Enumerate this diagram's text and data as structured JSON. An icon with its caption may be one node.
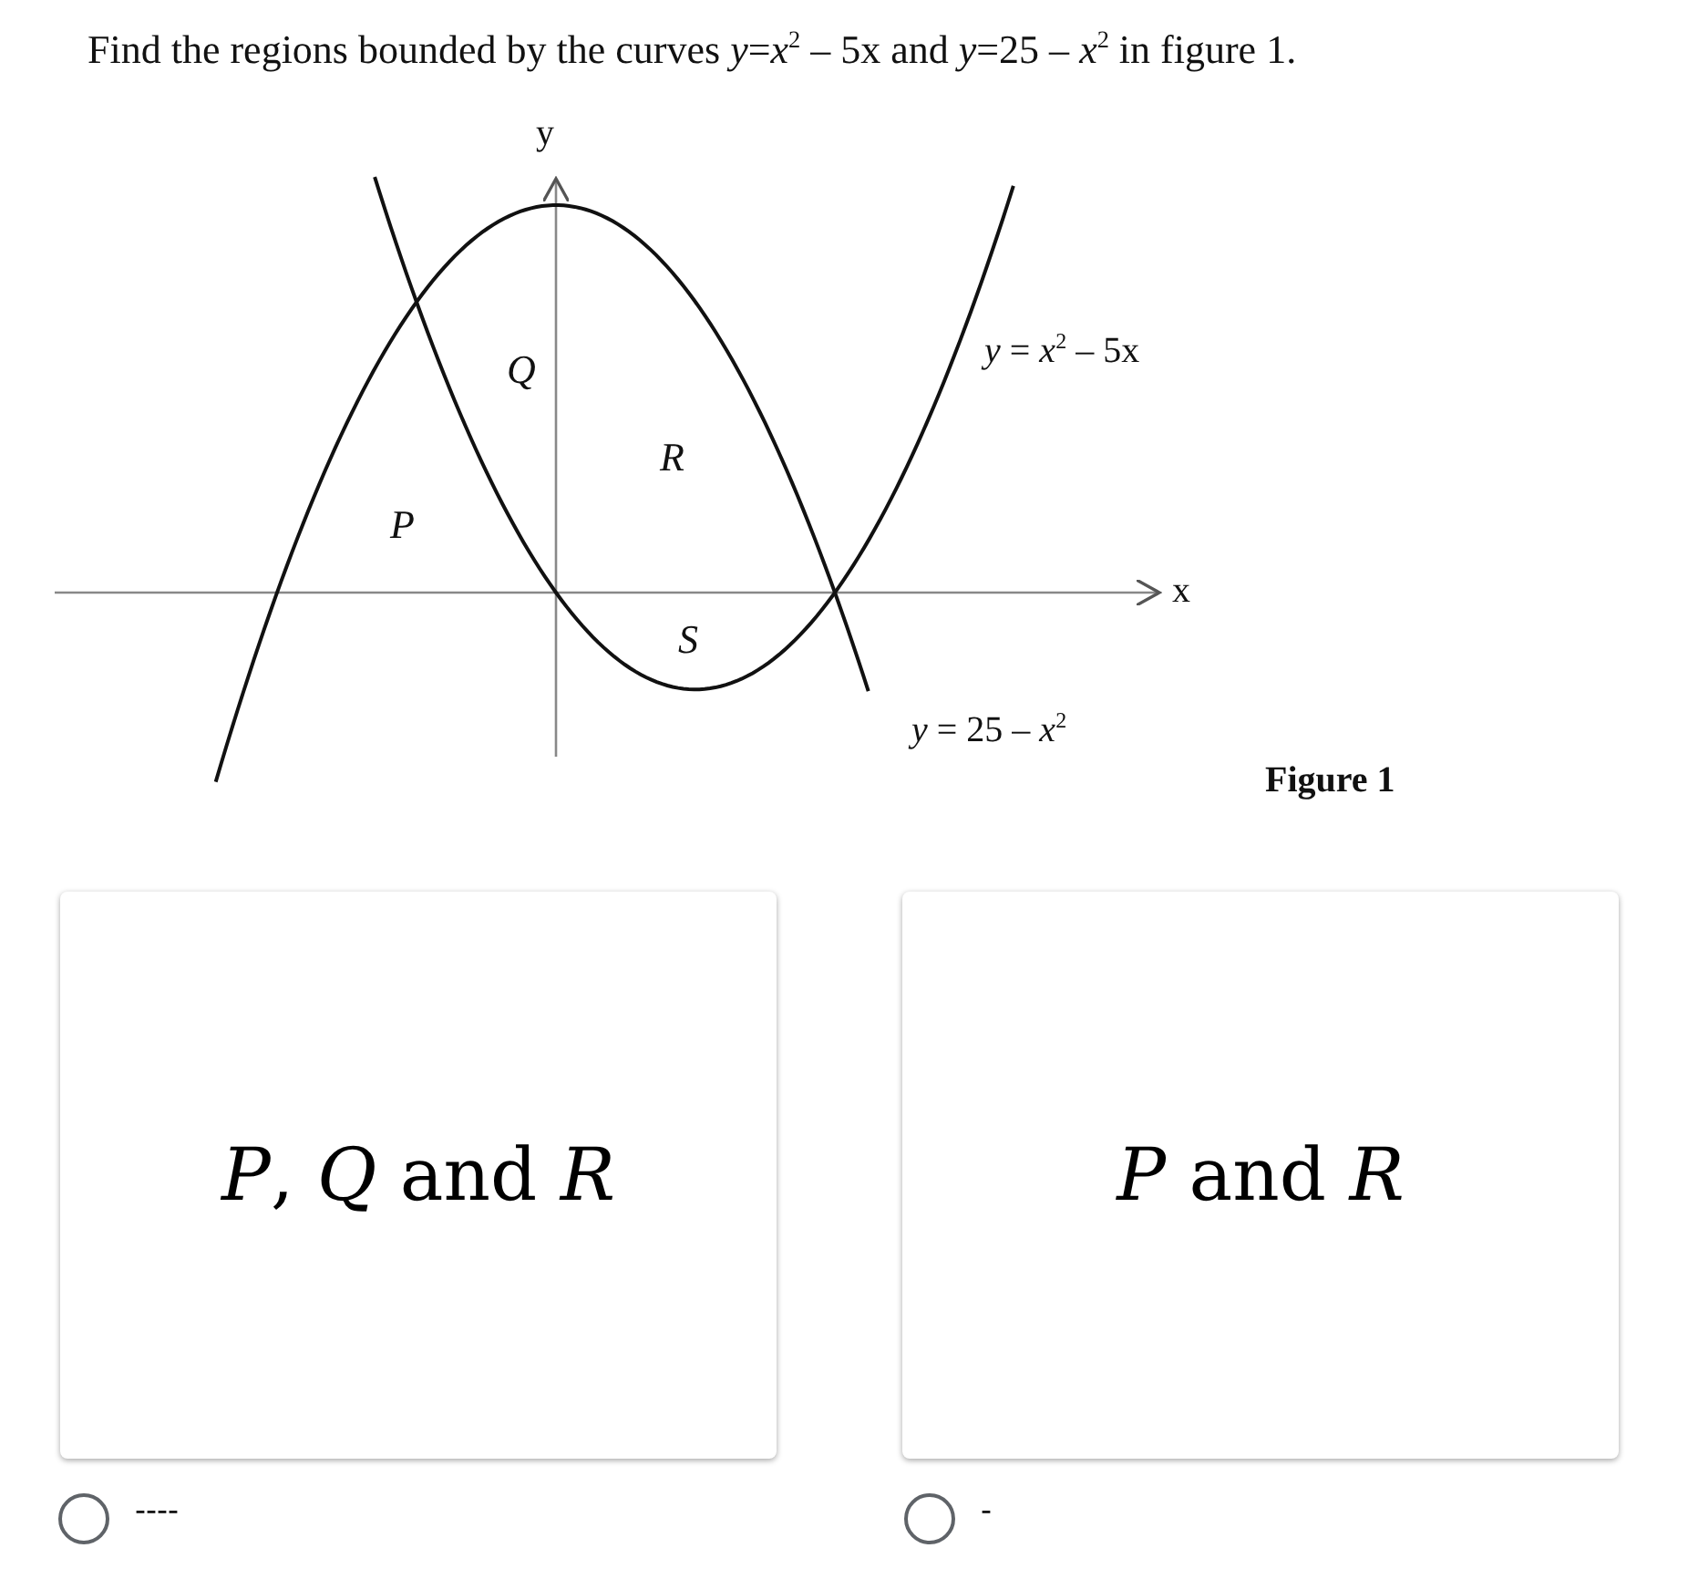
{
  "diagram": {
    "title": "Find the regions bounded by the curves *y*=*x*$^{2}$ – 5x and *y*=25 – *x*$^{2}$ in figure 1.",
    "nodes": [
      {
        "text": [
          "*P*, *Q* and *R*"
        ]
      },
      {
        "text": [
          "*P* and *R*"
        ]
      }
    ],
    "edges": [],
    "labels": [
      "y",
      "*Q*",
      "*y* = *x*$^{2}$ – 5x",
      "*R*",
      "*P*",
      "x",
      "*S*",
      "*y* = 25 – *x*$^{2}$",
      "Figure 1",
      "----",
      "-"
    ]
  }
}
